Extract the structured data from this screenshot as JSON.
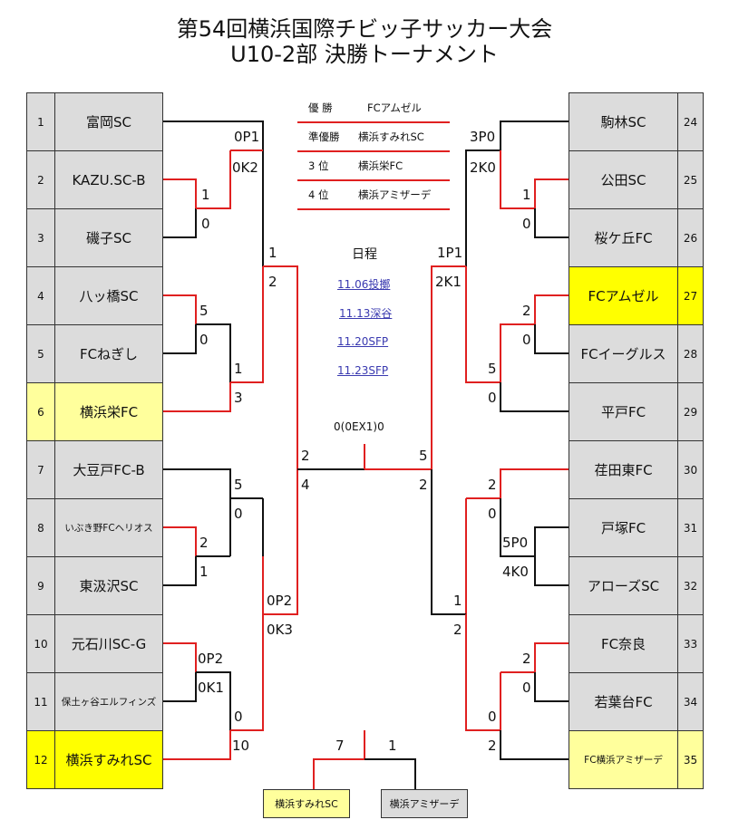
{
  "title": {
    "line1": "第54回横浜国際チビッ子サッカー大会",
    "line2": "U10-2部 決勝トーナメント"
  },
  "results": [
    {
      "rank": "優 勝",
      "team": "FCアムゼル"
    },
    {
      "rank": "準優勝",
      "team": "横浜すみれSC"
    },
    {
      "rank": "3 位",
      "team": "横浜栄FC"
    },
    {
      "rank": "4 位",
      "team": "横浜アミザーデ"
    }
  ],
  "schedule": {
    "title": "日程",
    "dates": [
      "11.06投擲",
      "11.13深谷",
      "11.20SFP",
      "11.23SFP"
    ]
  },
  "left_teams": [
    {
      "no": "1",
      "name": "富岡SC"
    },
    {
      "no": "2",
      "name": "KAZU.SC-B"
    },
    {
      "no": "3",
      "name": "磯子SC"
    },
    {
      "no": "4",
      "name": "八ッ橋SC"
    },
    {
      "no": "5",
      "name": "FCねぎし"
    },
    {
      "no": "6",
      "name": "横浜栄FC"
    },
    {
      "no": "7",
      "name": "大豆戸FC-B"
    },
    {
      "no": "8",
      "name": "いぶき野FCヘリオス"
    },
    {
      "no": "9",
      "name": "東汲沢SC"
    },
    {
      "no": "10",
      "name": "元石川SC-G"
    },
    {
      "no": "11",
      "name": "保土ヶ谷エルフィンズ"
    },
    {
      "no": "12",
      "name": "横浜すみれSC"
    }
  ],
  "right_teams": [
    {
      "no": "24",
      "name": "駒林SC"
    },
    {
      "no": "25",
      "name": "公田SC"
    },
    {
      "no": "26",
      "name": "桜ケ丘FC"
    },
    {
      "no": "27",
      "name": "FCアムゼル"
    },
    {
      "no": "28",
      "name": "FCイーグルス"
    },
    {
      "no": "29",
      "name": "平戸FC"
    },
    {
      "no": "30",
      "name": "荏田東FC"
    },
    {
      "no": "31",
      "name": "戸塚FC"
    },
    {
      "no": "32",
      "name": "アローズSC"
    },
    {
      "no": "33",
      "name": "FC奈良"
    },
    {
      "no": "34",
      "name": "若葉台FC"
    },
    {
      "no": "35",
      "name": "FC横浜アミザーデ"
    }
  ],
  "scores": {
    "l_2": "1",
    "l_3": "0",
    "l_4": "5",
    "l_5": "0",
    "l_1": "0P1",
    "l_1b": "0K2",
    "l_45": "1",
    "l_6": "3",
    "l_top": "1",
    "l_top2": "2",
    "l_7": "5",
    "l_7b": "0",
    "l_8": "2",
    "l_9": "1",
    "l_10": "0P2",
    "l_11": "0K1",
    "l_1011": "0",
    "l_12": "10",
    "l_bot": "0P2",
    "l_bot2": "0K3",
    "l_semi_a": "2",
    "l_semi_b": "4",
    "r_24": "3P0",
    "r_24b": "2K0",
    "r_25": "1",
    "r_26": "0",
    "r_27": "2",
    "r_28": "0",
    "r_2728": "5",
    "r_29": "0",
    "r_top": "1P1",
    "r_top2": "2K1",
    "r_30": "2",
    "r_30b": "0",
    "r_31": "5P0",
    "r_32": "4K0",
    "r_3132": "1",
    "r_bot2": "2",
    "r_33": "2",
    "r_34": "0",
    "r_3334": "0",
    "r_35": "2",
    "r_semi_a": "5",
    "r_semi_b": "2",
    "final_center": "0(0EX1)0",
    "third_l": "7",
    "third_r": "1"
  },
  "third_place": {
    "left": "横浜すみれSC",
    "right": "横浜アミザーデ"
  },
  "colors": {
    "win_line": "#e02020",
    "lose_line": "#111111",
    "box_gray": "#dcdcdc",
    "box_yellow": "#ffff00",
    "box_light_yellow": "#ffff9c",
    "schedule_link": "#3a3ab0"
  }
}
